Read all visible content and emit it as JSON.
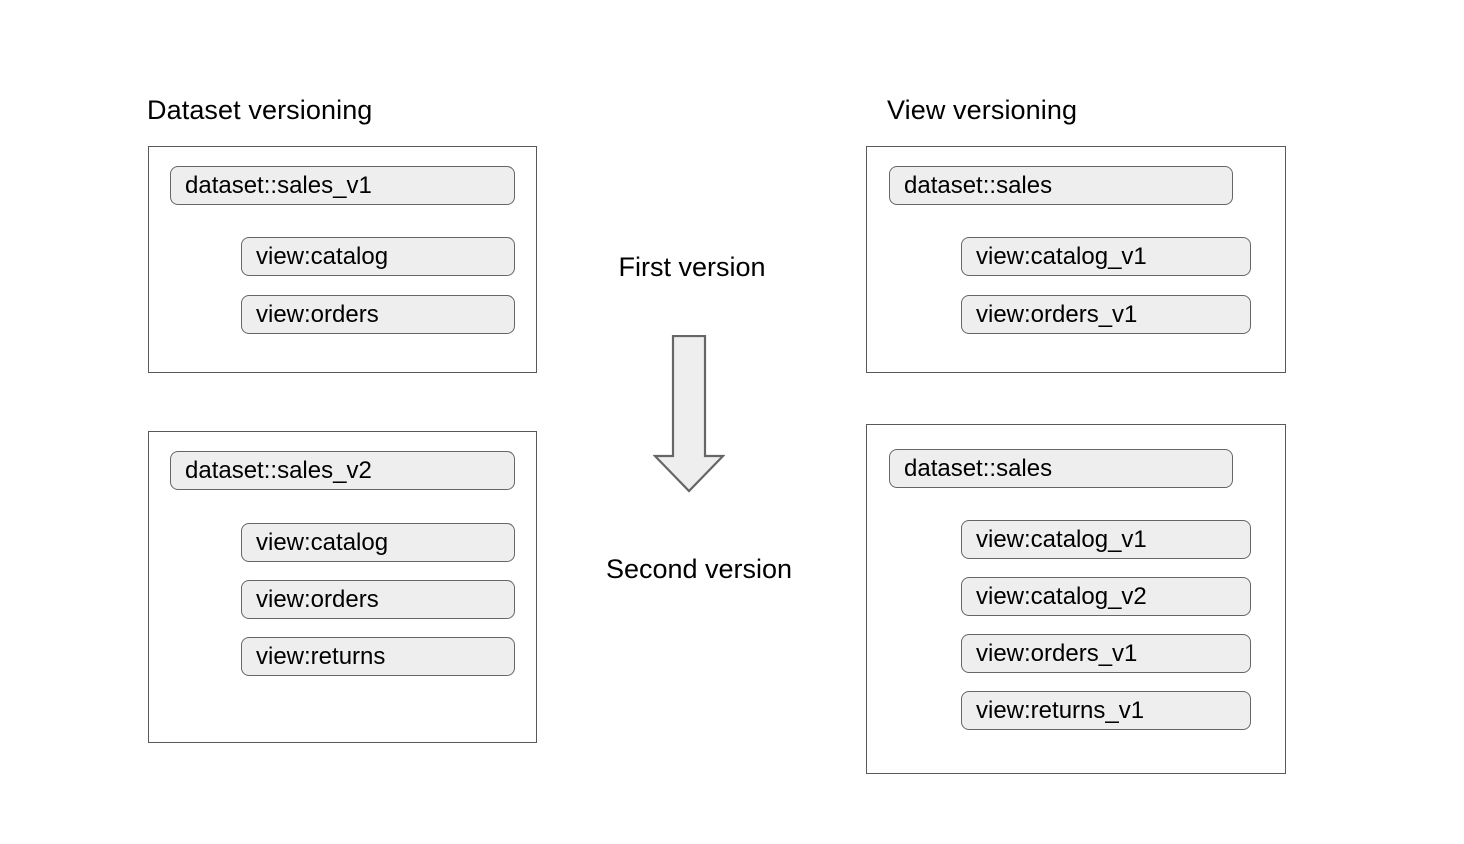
{
  "diagram": {
    "columns": [
      {
        "heading": "Dataset versioning",
        "groups": [
          {
            "stage": "first",
            "dataset": "dataset::sales_v1",
            "views": [
              "view:catalog",
              "view:orders"
            ]
          },
          {
            "stage": "second",
            "dataset": "dataset::sales_v2",
            "views": [
              "view:catalog",
              "view:orders",
              "view:returns"
            ]
          }
        ]
      },
      {
        "heading": "View versioning",
        "groups": [
          {
            "stage": "first",
            "dataset": "dataset::sales",
            "views": [
              "view:catalog_v1",
              "view:orders_v1"
            ]
          },
          {
            "stage": "second",
            "dataset": "dataset::sales",
            "views": [
              "view:catalog_v1",
              "view:catalog_v2",
              "view:orders_v1",
              "view:returns_v1"
            ]
          }
        ]
      }
    ],
    "center": {
      "first_label": "First version",
      "second_label": "Second version",
      "arrow": "down-arrow-icon"
    },
    "colors": {
      "background": "#ffffff",
      "box_border": "#595959",
      "pill_fill": "#eeeeee",
      "pill_border": "#666666",
      "arrow_fill": "#eeeeee",
      "arrow_border": "#666666",
      "text": "#000000"
    }
  }
}
